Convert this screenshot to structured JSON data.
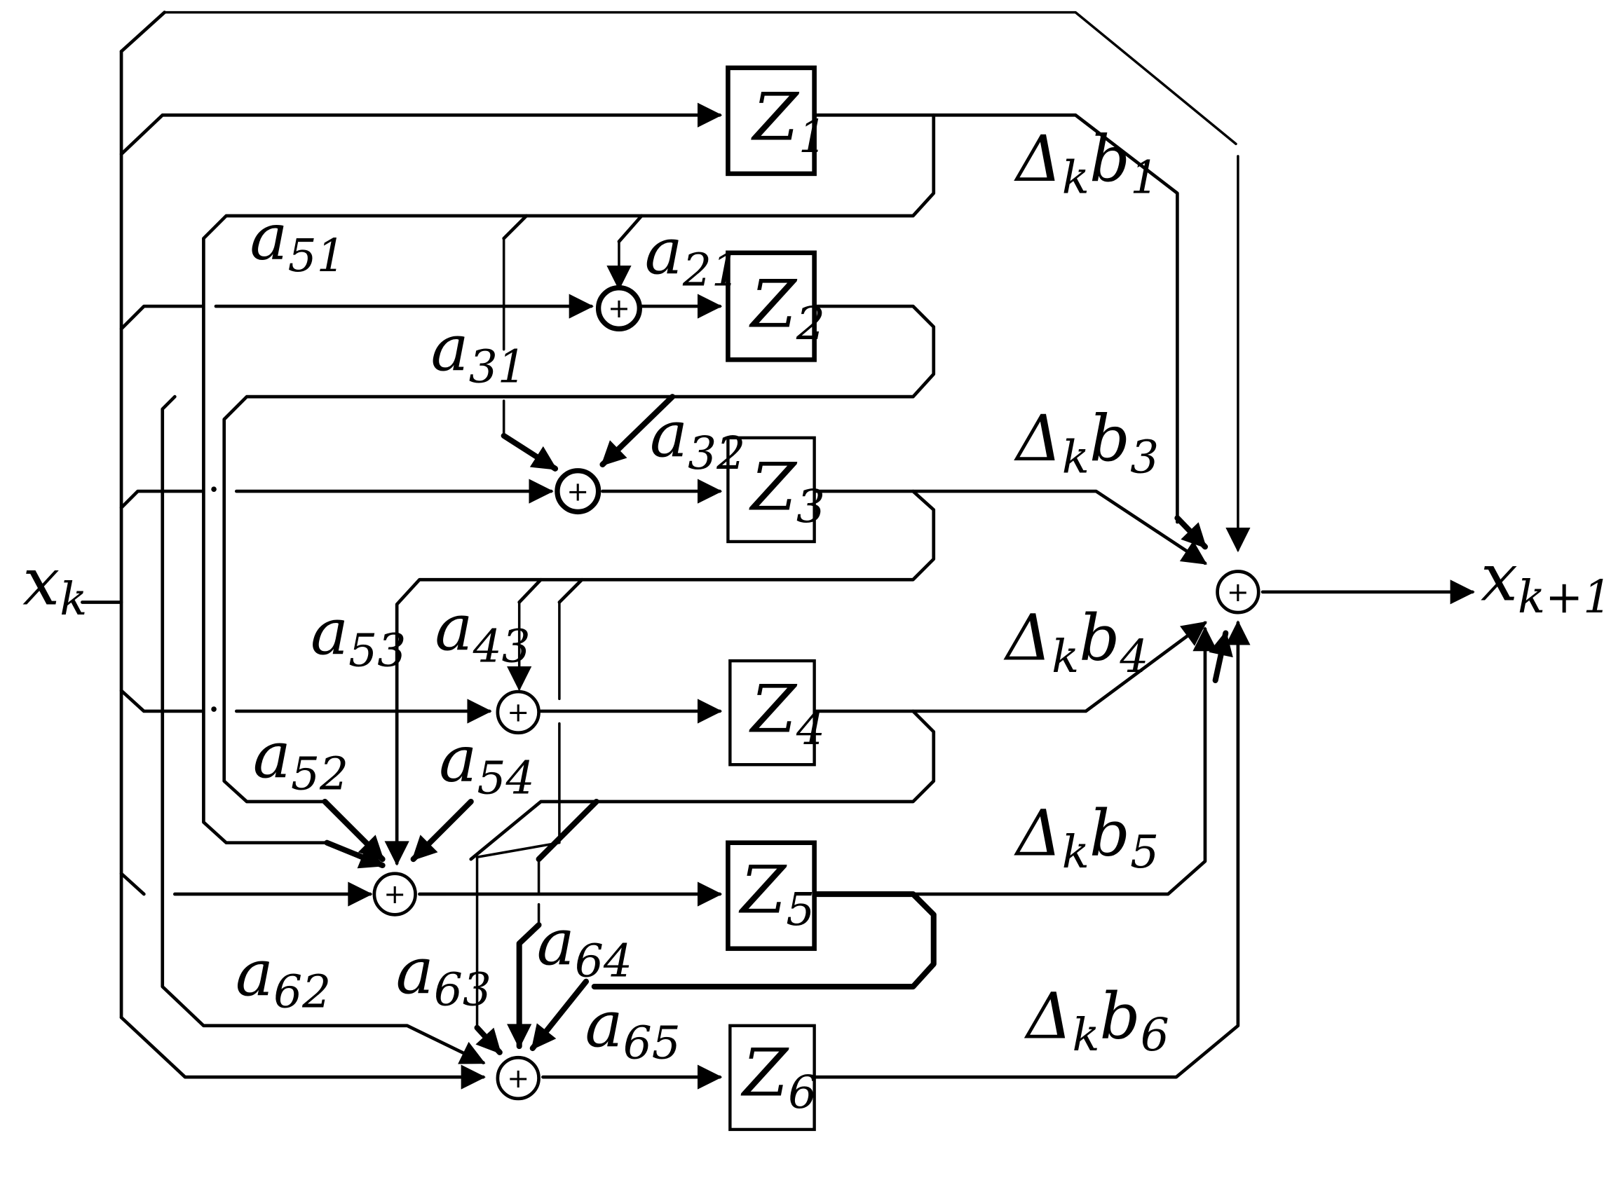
{
  "input": {
    "symbol": "x",
    "sub": "k"
  },
  "output": {
    "symbol": "x",
    "sub": "k+1"
  },
  "sum_symbol": "+",
  "stages": [
    {
      "symbol": "Z",
      "sub": "1"
    },
    {
      "symbol": "Z",
      "sub": "2"
    },
    {
      "symbol": "Z",
      "sub": "3"
    },
    {
      "symbol": "Z",
      "sub": "4"
    },
    {
      "symbol": "Z",
      "sub": "5"
    },
    {
      "symbol": "Z",
      "sub": "6"
    }
  ],
  "coefficients": [
    {
      "symbol": "a",
      "sub": "51"
    },
    {
      "symbol": "a",
      "sub": "21"
    },
    {
      "symbol": "a",
      "sub": "31"
    },
    {
      "symbol": "a",
      "sub": "32"
    },
    {
      "symbol": "a",
      "sub": "53"
    },
    {
      "symbol": "a",
      "sub": "43"
    },
    {
      "symbol": "a",
      "sub": "52"
    },
    {
      "symbol": "a",
      "sub": "54"
    },
    {
      "symbol": "a",
      "sub": "62"
    },
    {
      "symbol": "a",
      "sub": "63"
    },
    {
      "symbol": "a",
      "sub": "64"
    },
    {
      "symbol": "a",
      "sub": "65"
    }
  ],
  "weights": [
    {
      "prefix": "Δ",
      "prefix_sub": "k",
      "symbol": "b",
      "sub": "1"
    },
    {
      "prefix": "Δ",
      "prefix_sub": "k",
      "symbol": "b",
      "sub": "3"
    },
    {
      "prefix": "Δ",
      "prefix_sub": "k",
      "symbol": "b",
      "sub": "4"
    },
    {
      "prefix": "Δ",
      "prefix_sub": "k",
      "symbol": "b",
      "sub": "5"
    },
    {
      "prefix": "Δ",
      "prefix_sub": "k",
      "symbol": "b",
      "sub": "6"
    }
  ]
}
